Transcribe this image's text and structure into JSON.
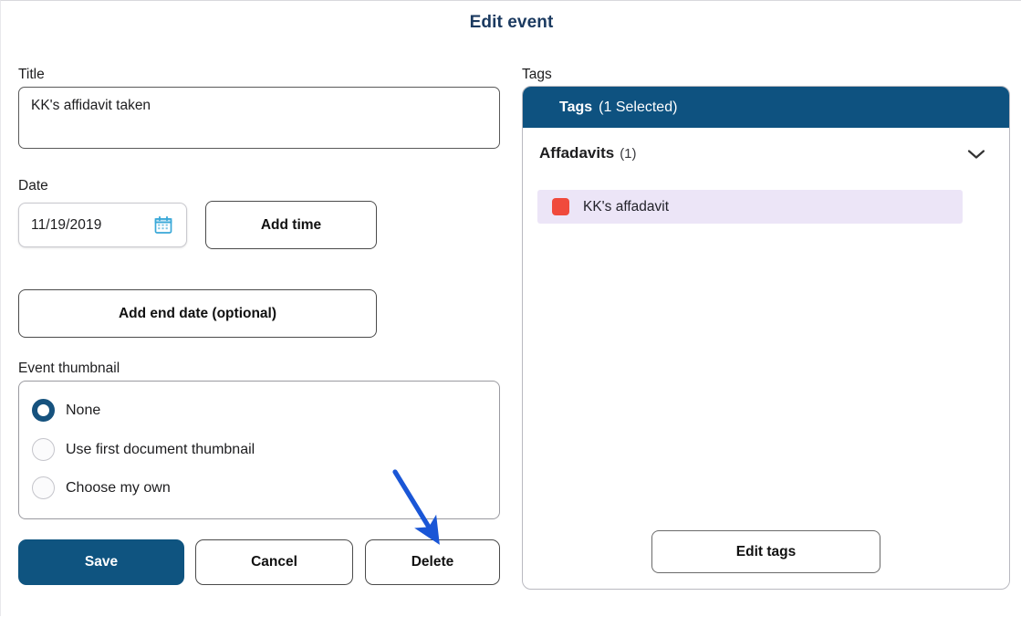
{
  "dialog": {
    "title": "Edit event"
  },
  "form": {
    "title_label": "Title",
    "title_value": "KK's affidavit taken",
    "date_label": "Date",
    "date_value": "11/19/2019",
    "calendar_icon": "calendar-icon",
    "add_time_label": "Add time",
    "add_end_date_label": "Add end date (optional)",
    "thumbnail_label": "Event thumbnail",
    "thumbnail_options": [
      {
        "label": "None",
        "selected": true
      },
      {
        "label": "Use first document thumbnail",
        "selected": false
      },
      {
        "label": "Choose my own",
        "selected": false
      }
    ]
  },
  "actions": {
    "save_label": "Save",
    "cancel_label": "Cancel",
    "delete_label": "Delete"
  },
  "tags": {
    "section_label": "Tags",
    "header_title": "Tags",
    "header_count": "(1 Selected)",
    "group": {
      "name": "Affadavits",
      "count": "(1)",
      "chevron_icon": "chevron-down-icon",
      "expanded": true
    },
    "items": [
      {
        "name": "KK's affadavit",
        "color": "#f04a3c",
        "selected": true
      }
    ],
    "edit_tags_label": "Edit tags"
  },
  "annotation": {
    "arrow_icon": "arrow-pointer",
    "color": "#1a56d6",
    "points_at": "Delete"
  },
  "colors": {
    "accent": "#0f5480",
    "header_bar": "#0e5280",
    "title_text": "#1b3a60",
    "tag_highlight": "#ece5f7",
    "tag_swatch": "#f04a3c",
    "annotation": "#1a56d6"
  }
}
